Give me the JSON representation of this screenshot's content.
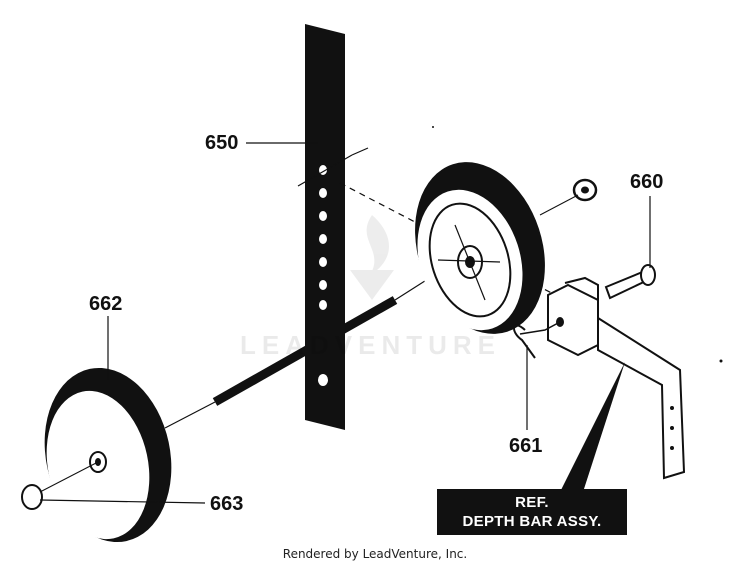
{
  "parts": [
    {
      "id": "650"
    },
    {
      "id": "660"
    },
    {
      "id": "661"
    },
    {
      "id": "662"
    },
    {
      "id": "663"
    }
  ],
  "reference": {
    "line1": "REF.",
    "line2": "DEPTH BAR ASSY."
  },
  "watermark": {
    "text": "LEADVENTURE"
  },
  "footer": {
    "text": "Rendered by LeadVenture, Inc."
  }
}
